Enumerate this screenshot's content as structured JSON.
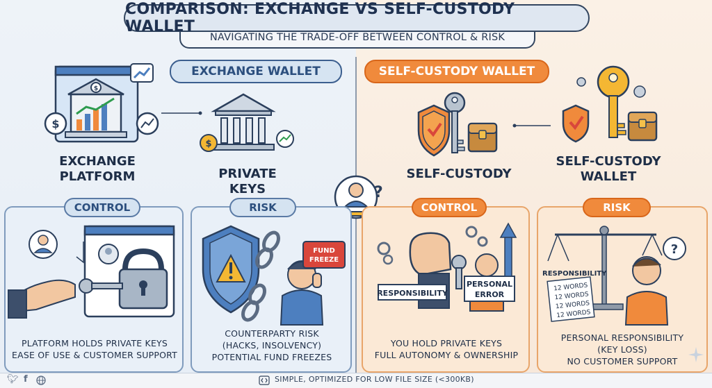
{
  "header": {
    "title": "COMPARISON: EXCHANGE VS SELF-CUSTODY WALLET",
    "subtitle": "NAVIGATING THE TRADE-OFF BETWEEN CONTROL & RISK"
  },
  "exchange": {
    "heading": "EXCHANGE WALLET",
    "icon_label_1": "EXCHANGE PLATFORM",
    "icon_label_1a": "EXCHANGE",
    "icon_label_1b": "PLATFORM",
    "icon_label_2": "PRIVATE KEYS",
    "control": {
      "tag": "CONTROL",
      "line1": "PLATFORM HOLDS PRIVATE KEYS",
      "line2": "EASE OF USE & CUSTOMER SUPPORT"
    },
    "risk": {
      "tag": "RISK",
      "badge": "FUND FREEZE",
      "badge_a": "FUND",
      "badge_b": "FREEZE",
      "line1": "COUNTERPARTY RISK",
      "line2": "(HACKS, INSOLVENCY)",
      "line3": "POTENTIAL FUND FREEZES"
    }
  },
  "selfcustody": {
    "heading": "SELF-CUSTODY WALLET",
    "icon_label_1": "SELF-CUSTODY",
    "icon_label_2a": "SELF-CUSTODY",
    "icon_label_2b": "WALLET",
    "control": {
      "tag": "CONTROL",
      "sign_left": "RESPONSIBILITY",
      "sign_right_a": "PERSONAL",
      "sign_right_b": "ERROR",
      "line1": "YOU HOLD PRIVATE KEYS",
      "line2": "FULL AUTONOMY & OWNERSHIP"
    },
    "risk": {
      "tag": "RISK",
      "scale_label": "RESPONSIBILITY",
      "seed_words": [
        "12 WORDS",
        "12 WORDS",
        "12 WORDS",
        "12 WORDS"
      ],
      "line1": "PERSONAL RESPONSIBILITY",
      "line2": "(KEY LOSS)",
      "line3": "NO CUSTOMER SUPPORT"
    }
  },
  "footer": {
    "text": "SIMPLE, OPTIMIZED FOR LOW FILE SIZE (<300KB)",
    "social_icons": [
      "twitter-icon",
      "facebook-icon",
      "globe-icon"
    ]
  },
  "colors": {
    "navy": "#1f3150",
    "blue_accent": "#3c5f8f",
    "orange_accent": "#f08a3c",
    "red": "#d9463b"
  }
}
